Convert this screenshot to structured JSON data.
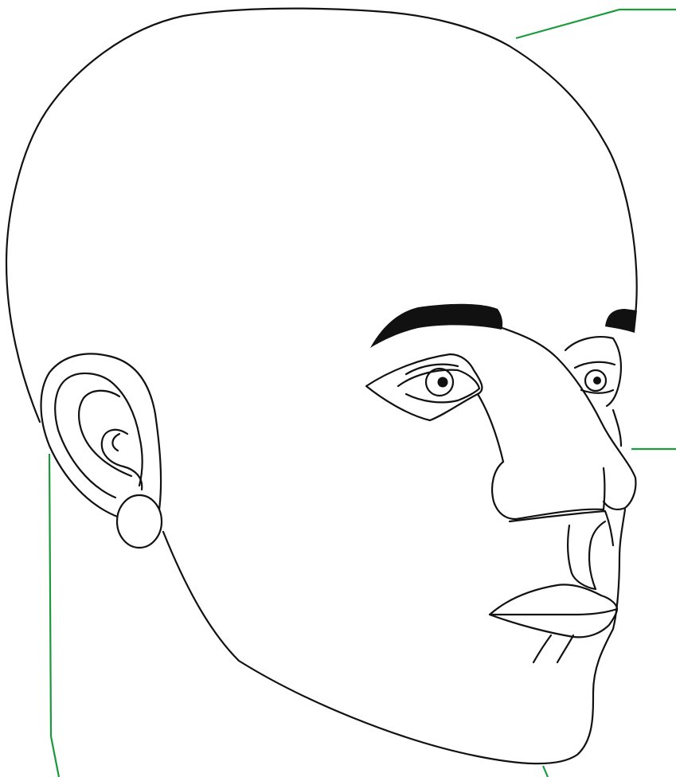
{
  "figure": {
    "subject": "head-three-quarter-view-line-drawing",
    "colors": {
      "outline": "#111111",
      "background": "#ffffff",
      "leader_line": "#1a9a3c"
    },
    "leader_lines": [
      {
        "name": "leader-line-top-right"
      },
      {
        "name": "leader-line-mid-right"
      },
      {
        "name": "leader-line-left"
      },
      {
        "name": "leader-line-bottom"
      }
    ]
  }
}
